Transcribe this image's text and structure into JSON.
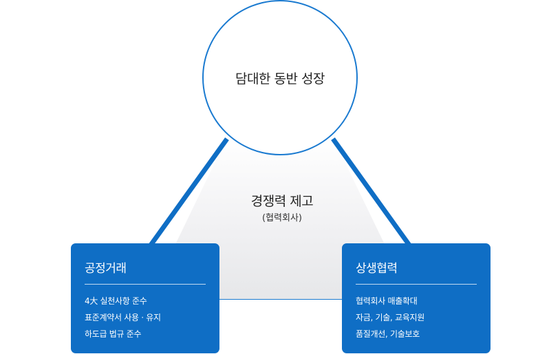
{
  "circle": {
    "label": "담대한 동반 성장"
  },
  "center": {
    "title": "경쟁력 제고",
    "subtitle": "(협력회사)"
  },
  "left_box": {
    "title": "공정거래",
    "items": [
      "4大 실천사항 준수",
      "표준계약서 사용 · 유지",
      "하도급 법규 준수"
    ]
  },
  "right_box": {
    "title": "상생협력",
    "items": [
      "협력회사 매출확대",
      "자금, 기술, 교육지원",
      "품질개선, 기술보호"
    ]
  },
  "colors": {
    "accent": "#0f6ec5",
    "line": "#1a7ad0",
    "triangle_fill": "#e9eaec"
  }
}
